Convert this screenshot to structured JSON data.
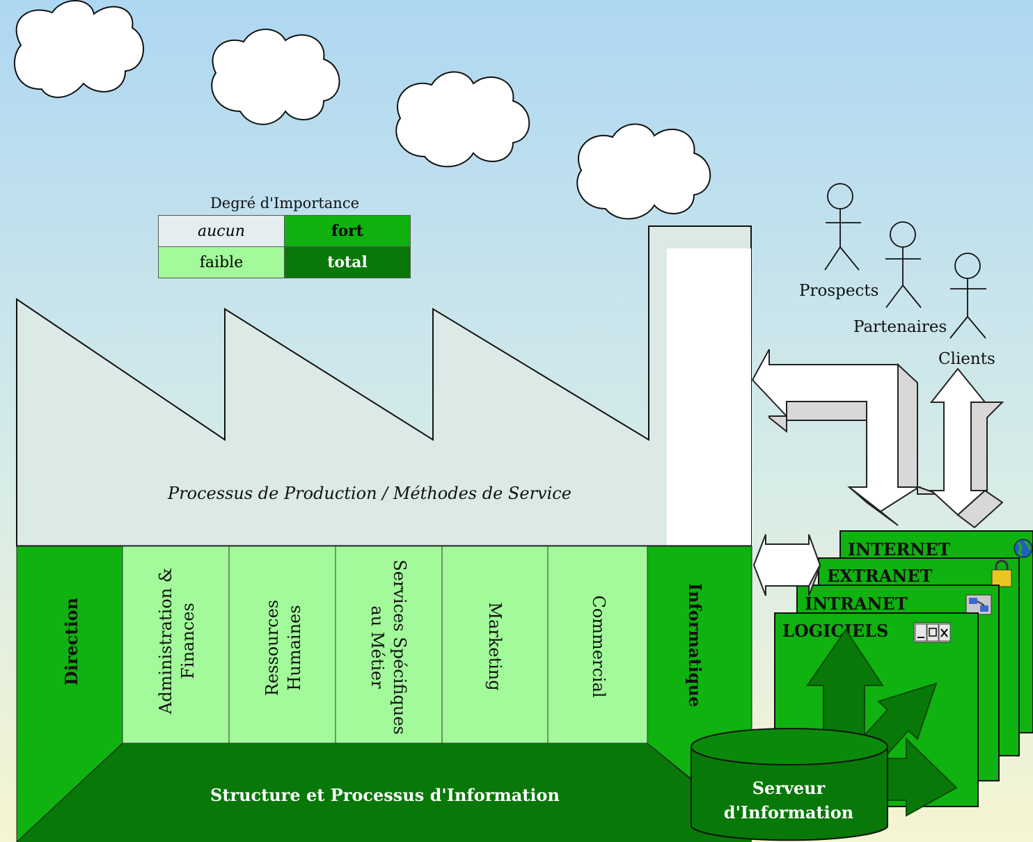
{
  "legend": {
    "title": "Degré d'Importance",
    "cells": {
      "aucun": "aucun",
      "fort": "fort",
      "faible": "faible",
      "total": "total"
    }
  },
  "factory": {
    "process_label": "Processus de Production / Méthodes de Service"
  },
  "departments": [
    {
      "id": "direction",
      "label": "Direction",
      "importance": "fort"
    },
    {
      "id": "admin",
      "label": "Administration & Finances",
      "importance": "faible"
    },
    {
      "id": "rh",
      "label": "Ressources Humaines",
      "importance": "faible"
    },
    {
      "id": "ssm",
      "label": "Services Spécifiques au Métier",
      "importance": "faible"
    },
    {
      "id": "marketing",
      "label": "Marketing",
      "importance": "faible"
    },
    {
      "id": "commercial",
      "label": "Commercial",
      "importance": "faible"
    },
    {
      "id": "informatique",
      "label": "Informatique",
      "importance": "fort"
    }
  ],
  "floor_label": "Structure et Processus d'Information",
  "server_label": "Serveur d'Information",
  "windows": [
    "INTERNET",
    "EXTRANET",
    "INTRANET",
    "LOGICIELS"
  ],
  "actors": [
    "Prospects",
    "Partenaires",
    "Clients"
  ],
  "colors": {
    "fort": "#0fb20f",
    "faible": "#a2fa9a",
    "total": "#087808",
    "aucun": "#e4eeef"
  }
}
